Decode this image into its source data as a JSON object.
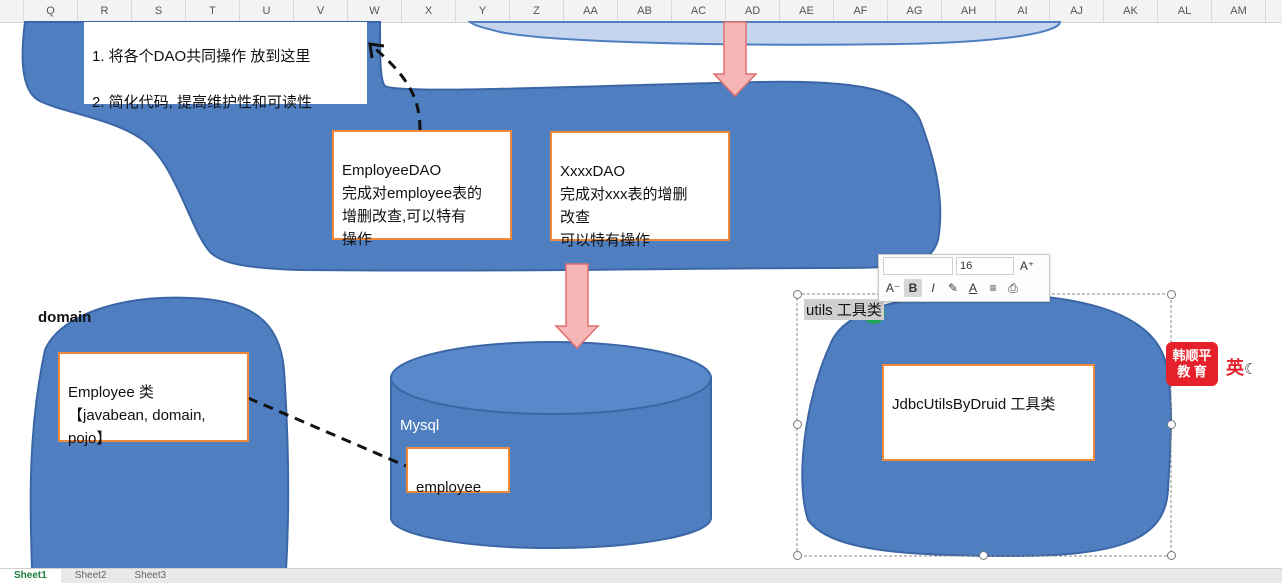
{
  "columns": [
    "Q",
    "R",
    "S",
    "T",
    "U",
    "V",
    "W",
    "X",
    "Y",
    "Z",
    "AA",
    "AB",
    "AC",
    "AD",
    "AE",
    "AF",
    "AG",
    "AH",
    "AI",
    "AJ",
    "AK",
    "AL",
    "AM"
  ],
  "note": {
    "line1": "1. 将各个DAO共同操作 放到这里",
    "line2": "2. 简化代码, 提高维护性和可读性"
  },
  "employee_dao": {
    "text": "EmployeeDAO\n完成对employee表的\n增删改查,可以特有\n操作"
  },
  "xxx_dao": {
    "text": "XxxxDAO\n完成对xxx表的增删\n改查\n可以特有操作"
  },
  "domain": {
    "label": "domain",
    "box_text": "Employee 类\n【javabean, domain,\npojo】"
  },
  "mysql": {
    "label": "Mysql",
    "table": "employee"
  },
  "utils": {
    "selected_label": "utils 工具类",
    "box_text": "JdbcUtilsByDruid 工具类"
  },
  "toolbar": {
    "font_size": "16",
    "grow": "A⁺",
    "shrink": "A⁻",
    "bold": "B",
    "italic": "I",
    "color_a": "A"
  },
  "badge": {
    "line1": "韩顺平",
    "line2": "教 育"
  },
  "ime": {
    "text": "英"
  },
  "sheet_tabs": [
    "Sheet1",
    "Sheet2",
    "Sheet3"
  ],
  "colors": {
    "shape_fill": "#4f7fc1",
    "shape_stroke": "#3b66a6",
    "box_border": "#f0883a",
    "arrow_fill": "#f7b6b6",
    "top_shape_fill": "#c5d5ee"
  }
}
